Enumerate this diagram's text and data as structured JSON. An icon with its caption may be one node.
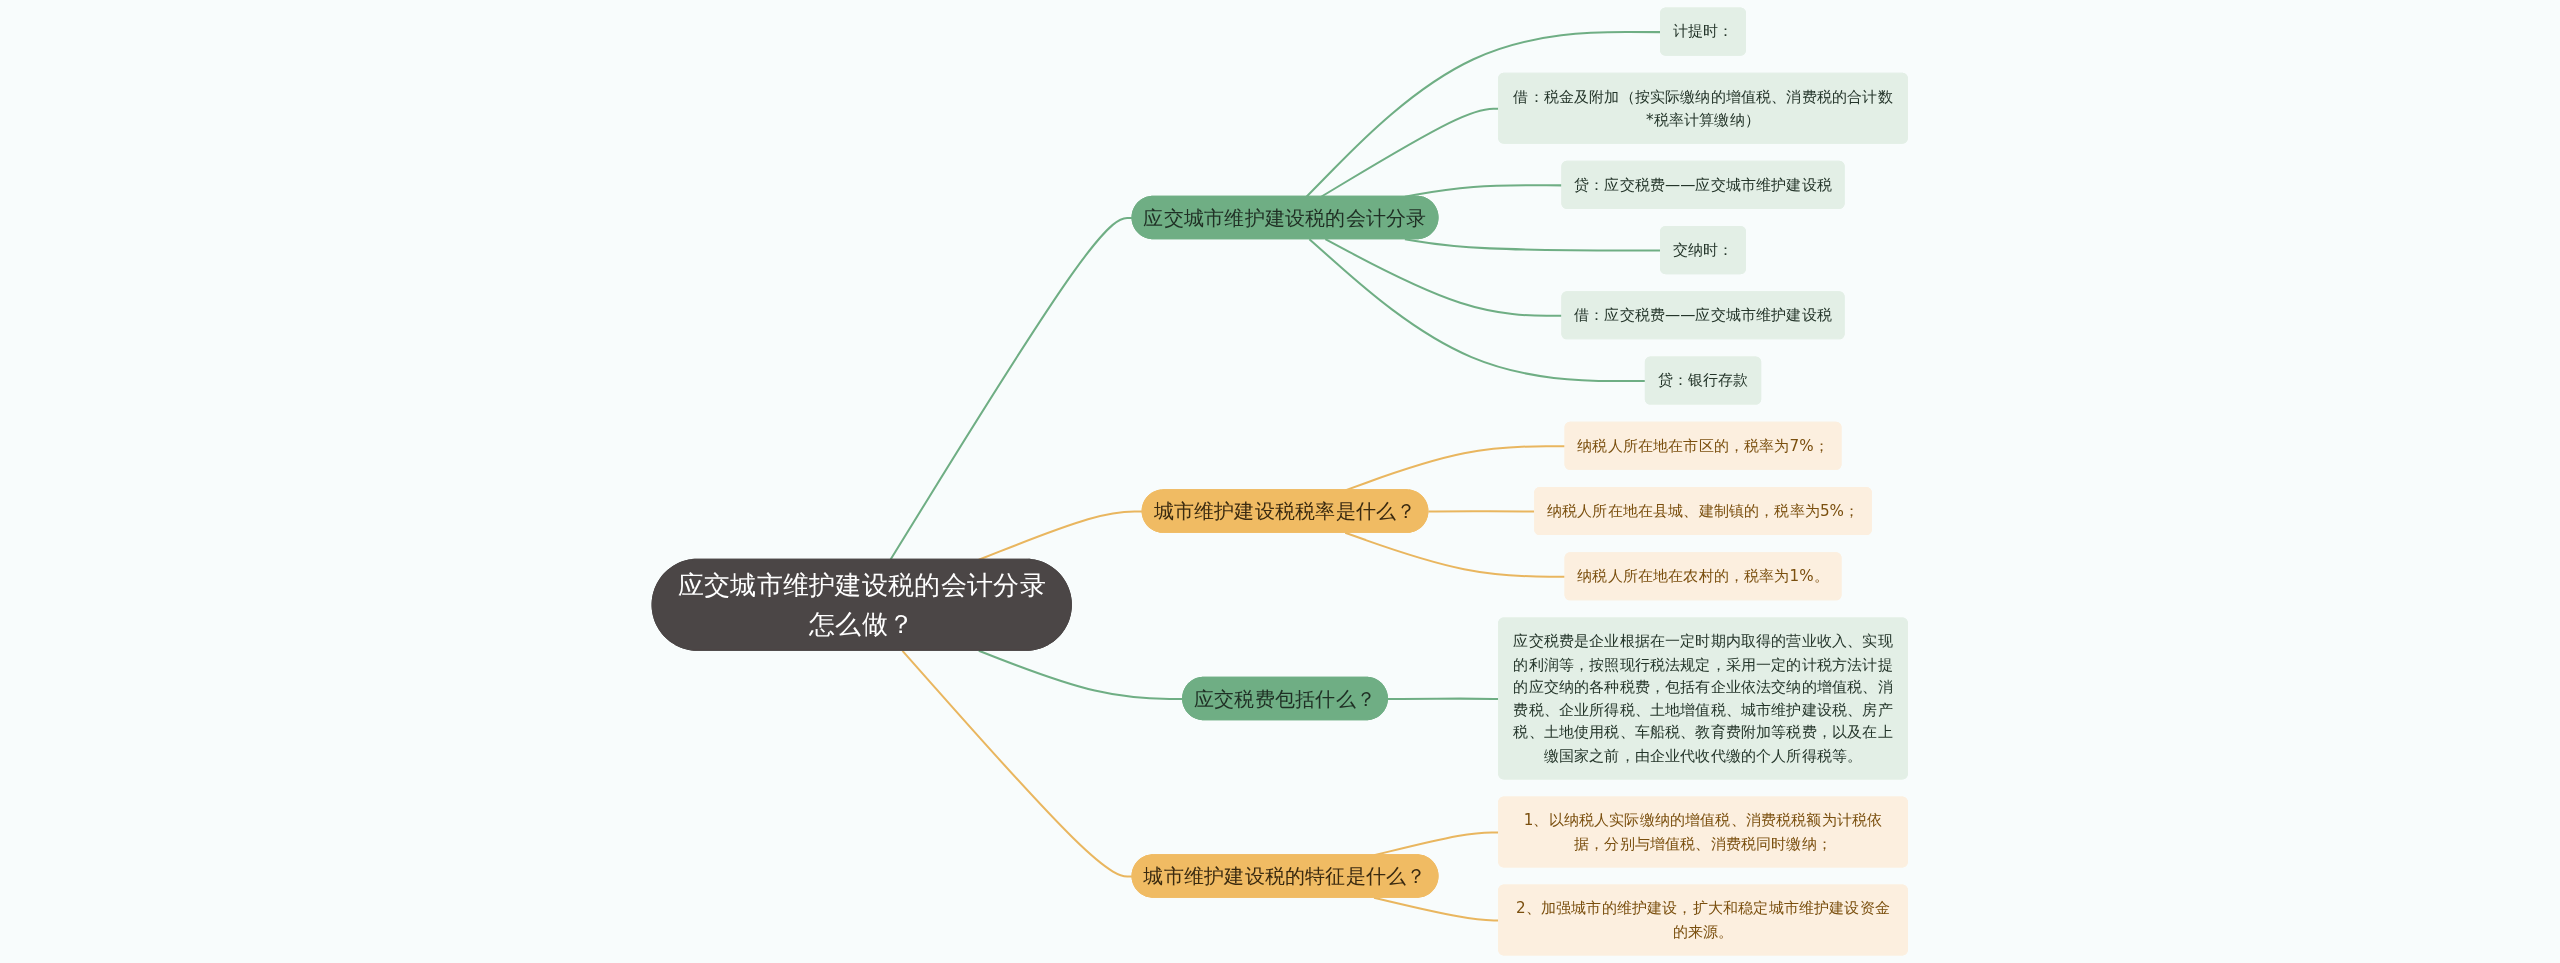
{
  "diagram": {
    "nodes": [
      {
        "text": [
          "应交城市维护建设税的会计分录怎么做？"
        ]
      },
      {
        "text": [
          "应交城市维护建设税的会计分录"
        ]
      },
      {
        "text": [
          "计提时："
        ]
      },
      {
        "text": [
          "借：税金及附加（按实际缴纳的增值税、消费税的合计数*税率计算缴纳）"
        ]
      },
      {
        "text": [
          "贷：应交税费——应交城市维护建设税"
        ]
      },
      {
        "text": [
          "交纳时："
        ]
      },
      {
        "text": [
          "借：应交税费——应交城市维护建设税"
        ]
      },
      {
        "text": [
          "贷：银行存款"
        ]
      },
      {
        "text": [
          "城市维护建设税税率是什么？"
        ]
      },
      {
        "text": [
          "纳税人所在地在市区的，税率为7%；"
        ]
      },
      {
        "text": [
          "纳税人所在地在县城、建制镇的，税率为5%；"
        ]
      },
      {
        "text": [
          "纳税人所在地在农村的，税率为1%。"
        ]
      },
      {
        "text": [
          "应交税费包括什么？"
        ]
      },
      {
        "text": [
          "应交税费是企业根据在一定时期内取得的营业收入、实现的利润等，按照现行税法规定，采用一定的计税方法计提的应交纳的各种税费，包括有企业依法交纳的增值税、消费税、企业所得税、土地增值税、城市维护建设税、房产税、土地使用税、车船税、教育费附加等税费，以及在上缴国家之前，由企业代收代缴的个人所得税等。"
        ]
      },
      {
        "text": [
          "城市维护建设税的特征是什么？"
        ]
      },
      {
        "text": [
          "1、以纳税人实际缴纳的增值税、消费税税额为计税依据，分别与增值税、消费税同时缴纳；"
        ]
      },
      {
        "text": [
          "2、加强城市的维护建设，扩大和稳定城市维护建设资金的来源。"
        ]
      }
    ],
    "edges": [
      {
        "from": 0,
        "to": 1,
        "arrow": "none"
      },
      {
        "from": 1,
        "to": 2,
        "arrow": "none"
      },
      {
        "from": 1,
        "to": 3,
        "arrow": "none"
      },
      {
        "from": 1,
        "to": 4,
        "arrow": "none"
      },
      {
        "from": 1,
        "to": 5,
        "arrow": "none"
      },
      {
        "from": 1,
        "to": 6,
        "arrow": "none"
      },
      {
        "from": 1,
        "to": 7,
        "arrow": "none"
      },
      {
        "from": 0,
        "to": 8,
        "arrow": "none",
        "color": "#e9b65f"
      },
      {
        "from": 8,
        "to": 9,
        "arrow": "none",
        "color": "#e9b65f"
      },
      {
        "from": 8,
        "to": 10,
        "arrow": "none",
        "color": "#e9b65f"
      },
      {
        "from": 8,
        "to": 11,
        "arrow": "none",
        "color": "#e9b65f"
      },
      {
        "from": 0,
        "to": 12,
        "arrow": "none"
      },
      {
        "from": 12,
        "to": 13,
        "arrow": "none"
      },
      {
        "from": 0,
        "to": 14,
        "arrow": "none",
        "color": "#e9b65f"
      },
      {
        "from": 14,
        "to": 15,
        "arrow": "none",
        "color": "#e9b65f"
      },
      {
        "from": 14,
        "to": 16,
        "arrow": "none",
        "color": "#e9b65f"
      }
    ]
  }
}
